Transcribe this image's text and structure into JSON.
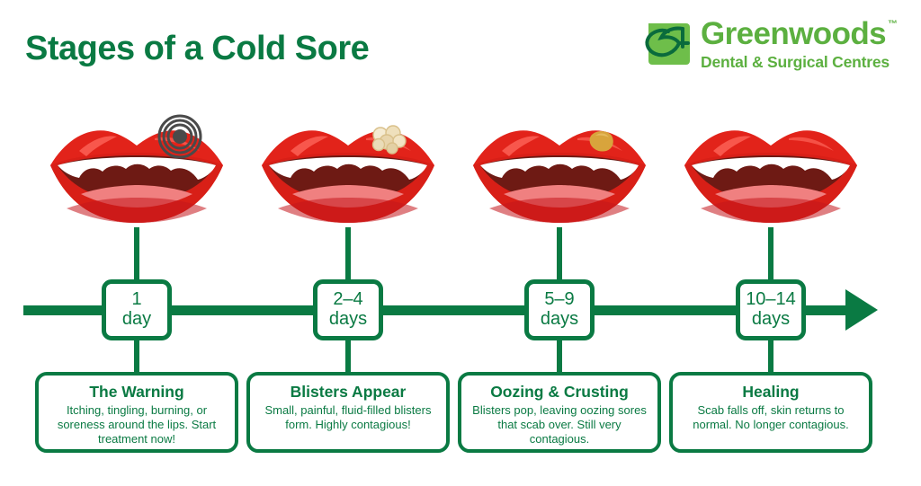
{
  "header": {
    "title": "Stages of a Cold Sore",
    "logo": {
      "mark_icon": "greenwoods-leaf-g-logo-icon",
      "wordmark": "Greenwoods",
      "trademark": "™",
      "tagline": "Dental & Surgical Centres"
    }
  },
  "colors": {
    "primary_green": "#0A7A43",
    "logo_green": "#5CB040",
    "lip_red": "#E2231A",
    "lip_red_dark": "#C4161C",
    "mouth_interior": "#6E1A14",
    "tongue_pink": "#F08080",
    "tooth_white": "#FFFFFF",
    "tingle_marker": "#4A4A4A",
    "blister_cream": "#F2E4C4",
    "scab_gold": "#D8A43C",
    "background": "#FFFFFF"
  },
  "timeline": {
    "axis_label": "cold-sore-progression-timeline",
    "arrow_icon": "arrow-right-icon",
    "stages": [
      {
        "id": "warning",
        "duration_number": "1",
        "duration_unit": "day",
        "title": "The Warning",
        "description": "Itching, tingling, burning, or soreness around the lips. Start treatment now!",
        "lip_marker": "tingle-concentric-circles-icon"
      },
      {
        "id": "blisters",
        "duration_number": "2–4",
        "duration_unit": "days",
        "title": "Blisters Appear",
        "description": "Small, painful, fluid-filled blisters form. Highly contagious!",
        "lip_marker": "blister-cluster-icon"
      },
      {
        "id": "oozing",
        "duration_number": "5–9",
        "duration_unit": "days",
        "title": "Oozing & Crusting",
        "description": "Blisters pop, leaving oozing sores that scab over. Still very contagious.",
        "lip_marker": "scab-crust-icon"
      },
      {
        "id": "healing",
        "duration_number": "10–14",
        "duration_unit": "days",
        "title": "Healing",
        "description": "Scab falls off, skin returns to normal. No longer contagious.",
        "lip_marker": "clear-lips-icon"
      }
    ]
  }
}
